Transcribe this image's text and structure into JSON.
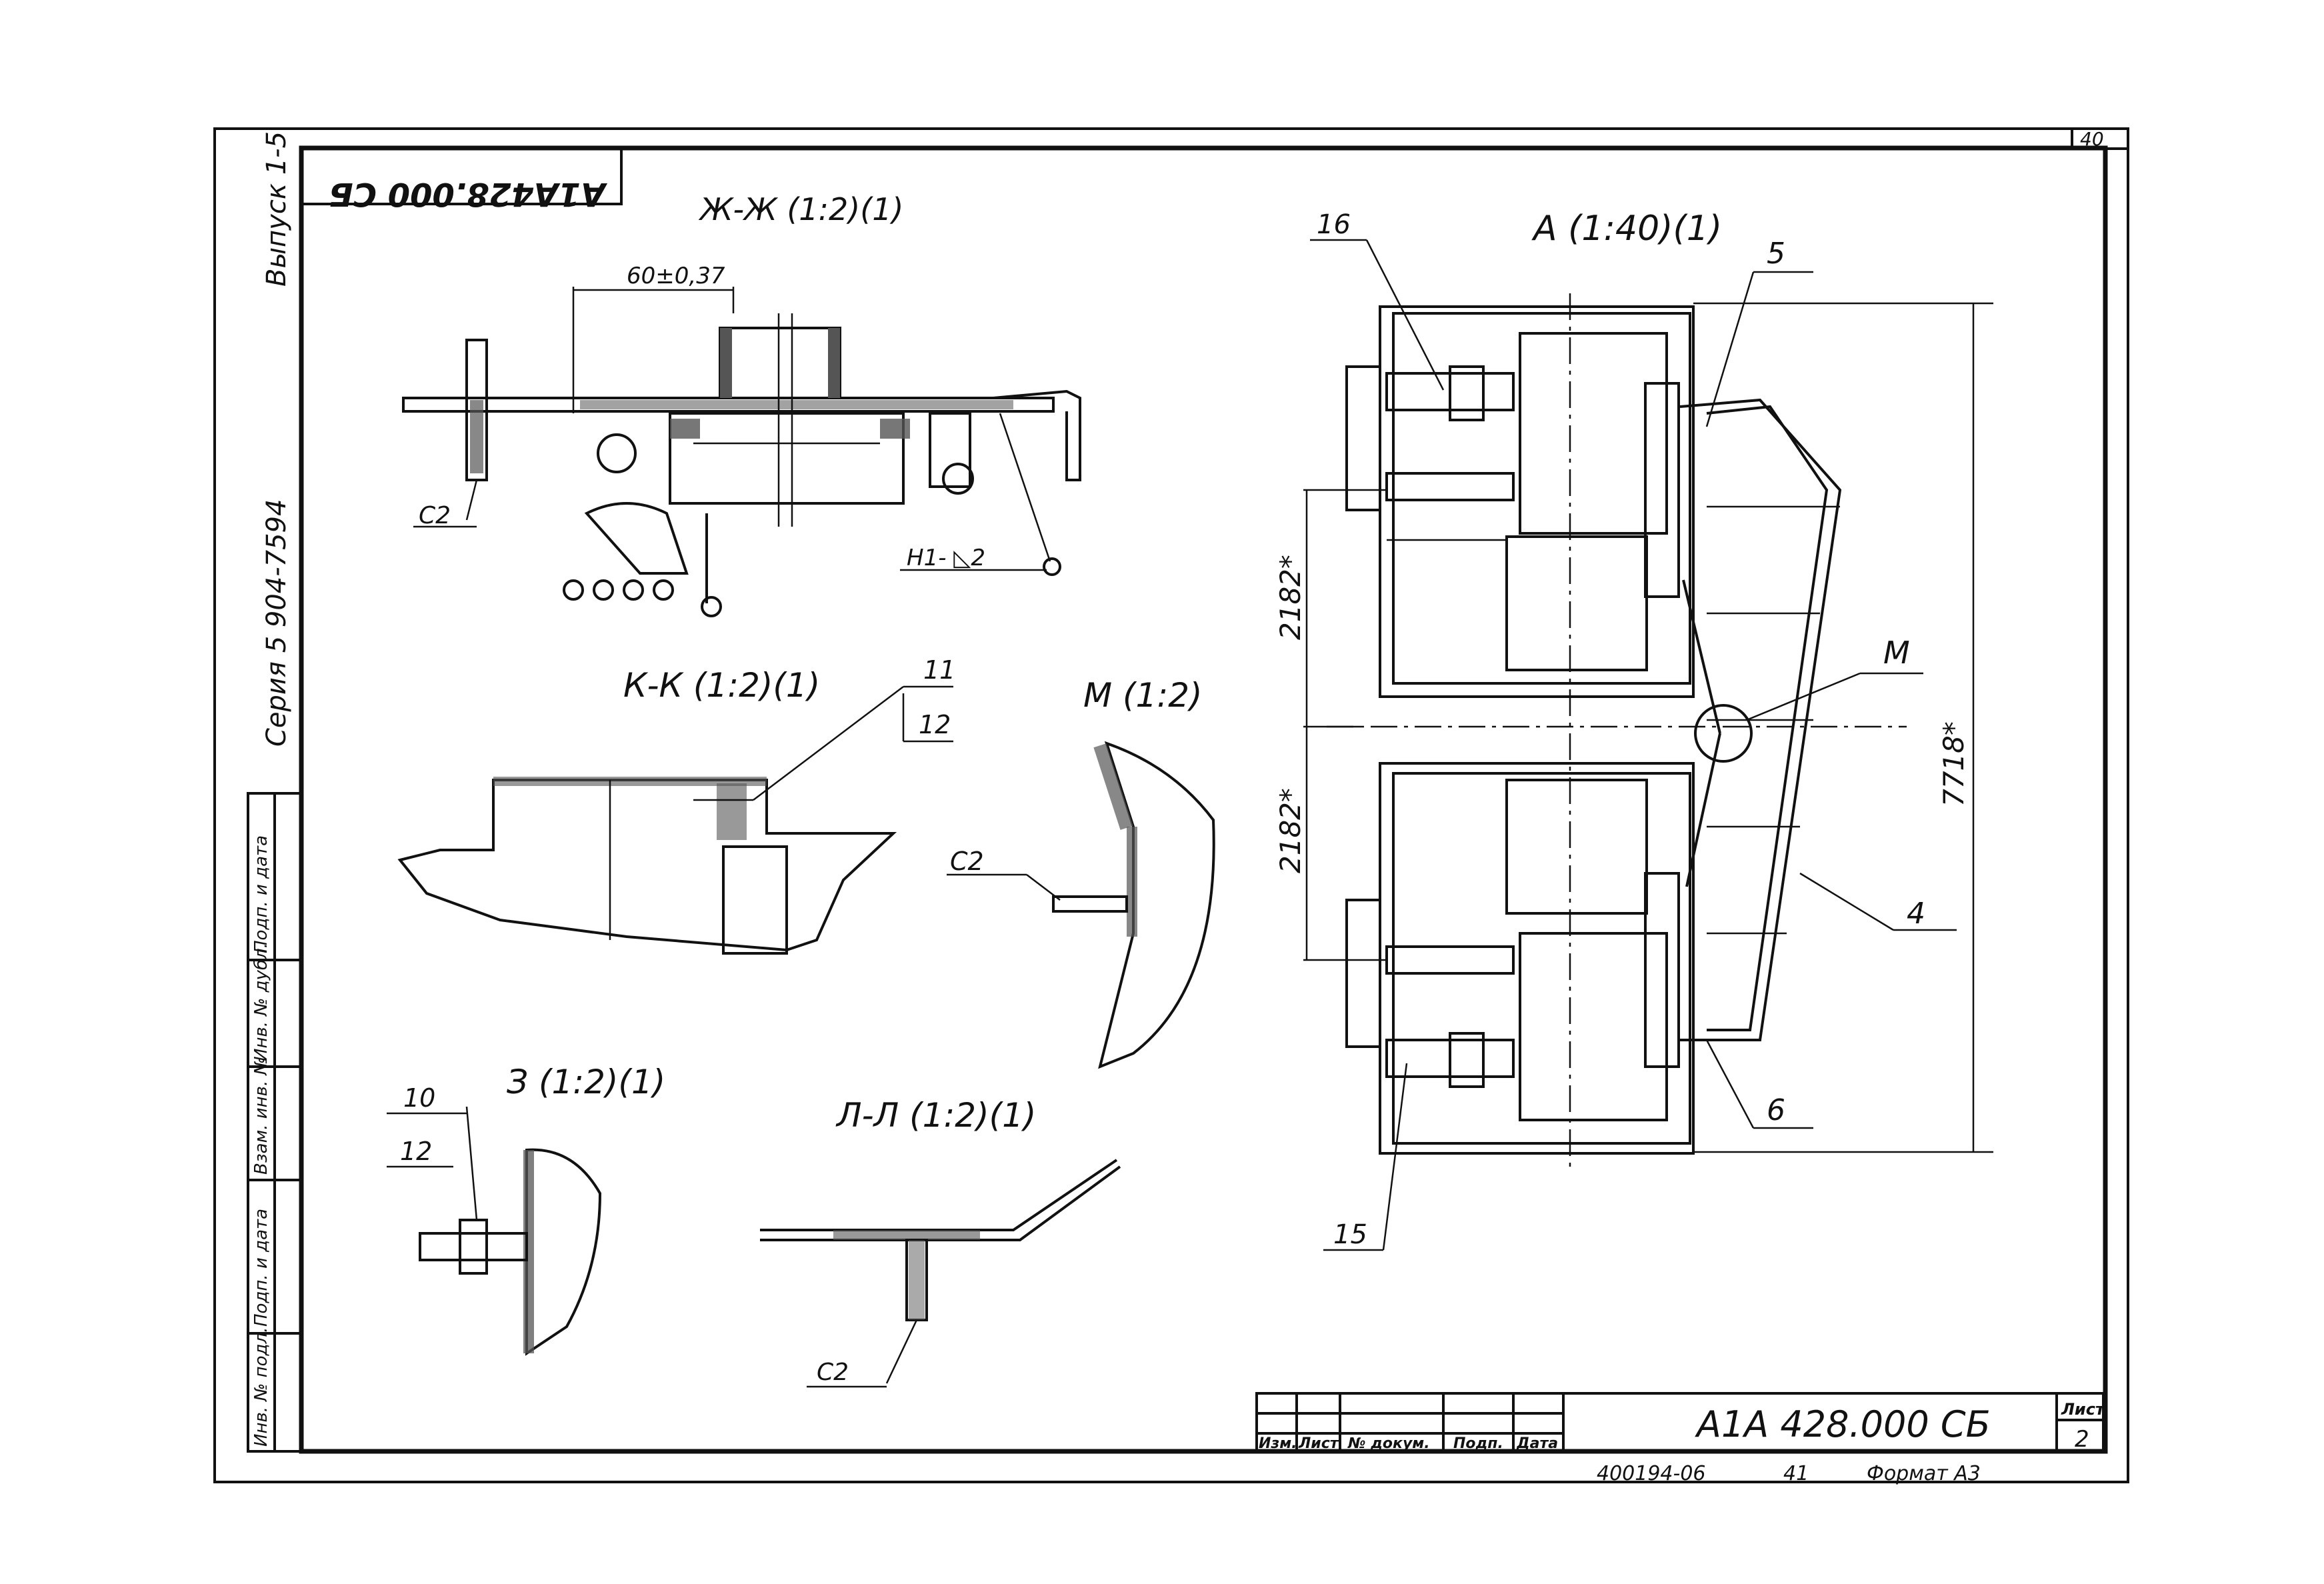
{
  "sheet": {
    "page_corner": "40",
    "stamp_designation": "А1А428.000 СБ",
    "series": "Серия 5 904-7594",
    "issue": "Выпуск 1-5"
  },
  "left_strip": {
    "cells": [
      "Подп. и дата",
      "Инв. № дубл.",
      "Взам. инв. №",
      "Подп. и дата",
      "Инв. № подл."
    ]
  },
  "views": {
    "zh": "Ж-Ж (1:2)(1)",
    "k": "К-К (1:2)(1)",
    "m": "М (1:2)",
    "z": "З (1:2)(1)",
    "l": "Л-Л (1:2)(1)",
    "a": "А (1:40)(1)"
  },
  "dimensions": {
    "zh_width": "60±0,37",
    "weld_note": "Н1- ◺2",
    "a_upper": "2182*",
    "a_lower": "2182*",
    "a_total": "7718*"
  },
  "callouts": {
    "c2_zh": "С2",
    "c2_m": "С2",
    "c2_l": "С2",
    "n11": "11",
    "n12_k": "12",
    "n10": "10",
    "n12_z": "12",
    "n16": "16",
    "n5": "5",
    "nM": "М",
    "n4": "4",
    "n6": "6",
    "n15": "15"
  },
  "title_block": {
    "headers": [
      "Изм.",
      "Лист",
      "№ докум.",
      "Подп.",
      "Дата"
    ],
    "designation": "А1А 428.000 СБ",
    "sheet_label": "Лист",
    "sheet_num": "2"
  },
  "footer": {
    "copy_code": "400194-06",
    "copy_sheet": "41",
    "format": "Формат А3"
  }
}
